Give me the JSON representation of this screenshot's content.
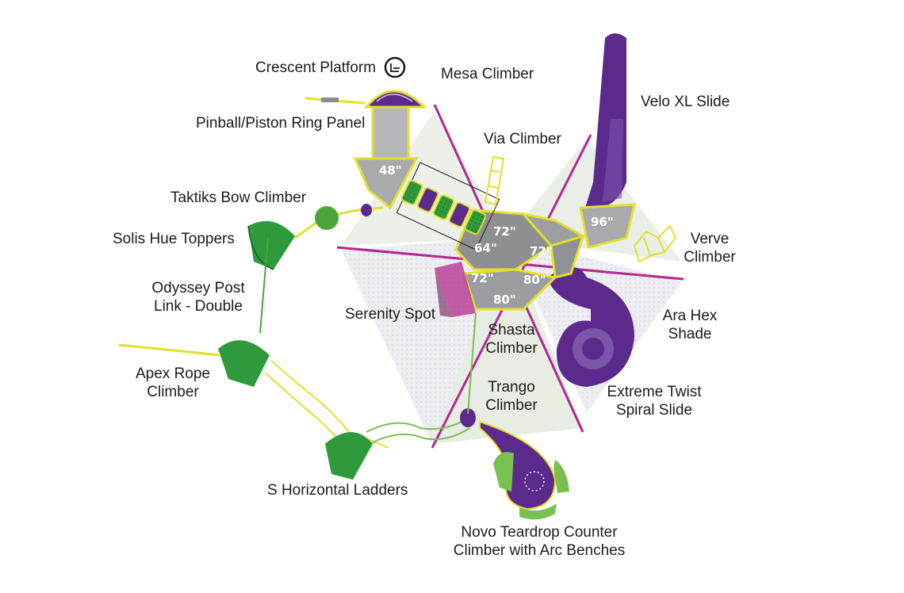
{
  "labels": {
    "crescent_platform": "Crescent Platform",
    "mesa_climber": "Mesa Climber",
    "velo_xl_slide": "Velo XL Slide",
    "pinball_panel": "Pinball/Piston Ring Panel",
    "via_climber": "Via Climber",
    "taktiks_bow_climber": "Taktiks Bow Climber",
    "solis_hue_toppers": "Solis Hue Toppers",
    "verve_climber_1": "Verve",
    "verve_climber_2": "Climber",
    "odyssey_post_1": "Odyssey Post",
    "odyssey_post_2": "Link - Double",
    "serenity_spot": "Serenity Spot",
    "ara_hex_1": "Ara Hex",
    "ara_hex_2": "Shade",
    "shasta_1": "Shasta",
    "shasta_2": "Climber",
    "apex_rope_1": "Apex Rope",
    "apex_rope_2": "Climber",
    "trango_1": "Trango",
    "trango_2": "Climber",
    "extreme_twist_1": "Extreme Twist",
    "extreme_twist_2": "Spiral Slide",
    "s_horizontal_ladders": "S Horizontal Ladders",
    "novo_1": "Novo Teardrop Counter",
    "novo_2": "Climber with Arc Benches"
  },
  "deck_heights": {
    "d48": "48\"",
    "d96": "96\"",
    "d72a": "72\"",
    "d64": "64\"",
    "d72b": "72\"",
    "d72c": "72\"",
    "d80a": "80\"",
    "d80b": "80\""
  },
  "icons": {
    "accessibility": "accessible-icon"
  },
  "colors": {
    "purple": "#5b2a8c",
    "green": "#2f9a3c",
    "yellow": "#e3e02a",
    "magenta": "#b3288f",
    "deck_grey": "#a8aaad"
  }
}
